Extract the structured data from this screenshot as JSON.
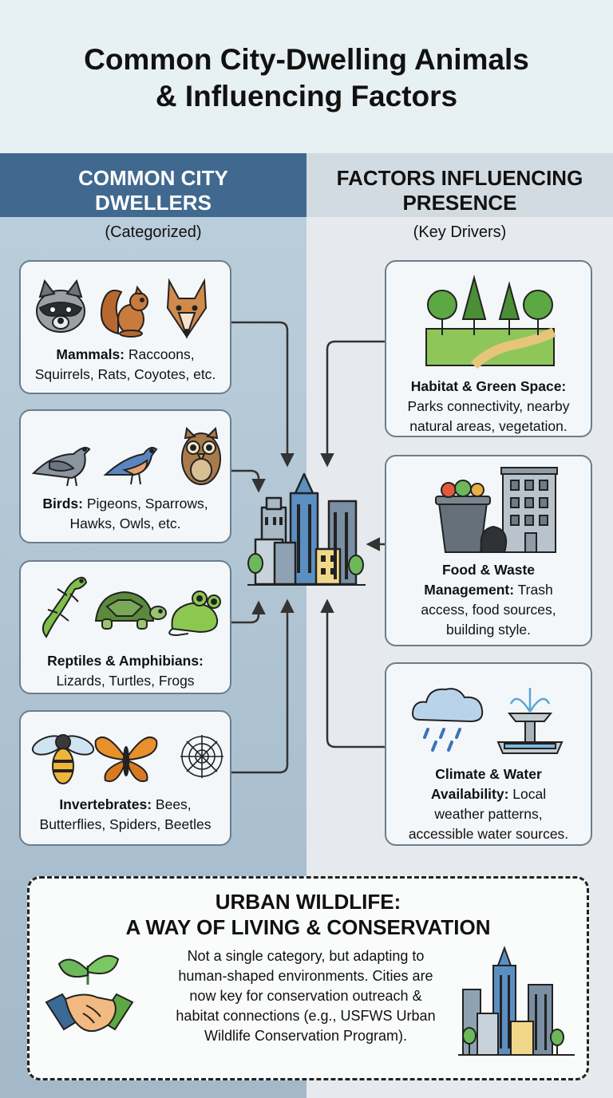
{
  "title_line1": "Common City-Dwelling Animals",
  "title_line2": "& Influencing Factors",
  "left": {
    "heading_line1": "COMMON CITY",
    "heading_line2": "DWELLERS",
    "sub": "(Categorized)",
    "cards": [
      {
        "label": "Mammals:",
        "line1": " Raccoons,",
        "line2": "Squirrels, Rats, Coyotes, etc."
      },
      {
        "label": "Birds:",
        "line1": " Pigeons, Sparrows,",
        "line2": "Hawks, Owls, etc."
      },
      {
        "label": "Reptiles & Amphibians:",
        "line1": "",
        "line2": "Lizards, Turtles, Frogs"
      },
      {
        "label": "Invertebrates:",
        "line1": " Bees,",
        "line2": "Butterflies, Spiders, Beetles"
      }
    ]
  },
  "right": {
    "heading_line1": "FACTORS INFLUENCING",
    "heading_line2": "PRESENCE",
    "sub": "(Key Drivers)",
    "cards": [
      {
        "label": "Habitat & Green Space:",
        "lines": [
          "Parks connectivity, nearby",
          "natural areas, vegetation."
        ]
      },
      {
        "label_line1": "Food & Waste",
        "label": "Management:",
        "tail": " Trash",
        "lines": [
          "access, food sources,",
          "building style."
        ]
      },
      {
        "label_line1": "Climate & Water",
        "label": "Availability:",
        "tail": " Local",
        "lines": [
          "weather patterns,",
          "accessible water sources."
        ]
      }
    ]
  },
  "bottom": {
    "title_line1": "URBAN WILDLIFE:",
    "title_line2": "A WAY OF LIVING & CONSERVATION",
    "body_lines": [
      "Not a single category, but adapting to",
      "human-shaped environments. Cities are",
      "now key for conservation outreach &",
      "habitat connections (e.g., USFWS Urban",
      "Wildlife Conservation Program)."
    ]
  },
  "colors": {
    "header_band": "#41698f",
    "card_border": "#6c7d8c",
    "arrow": "#333333"
  }
}
